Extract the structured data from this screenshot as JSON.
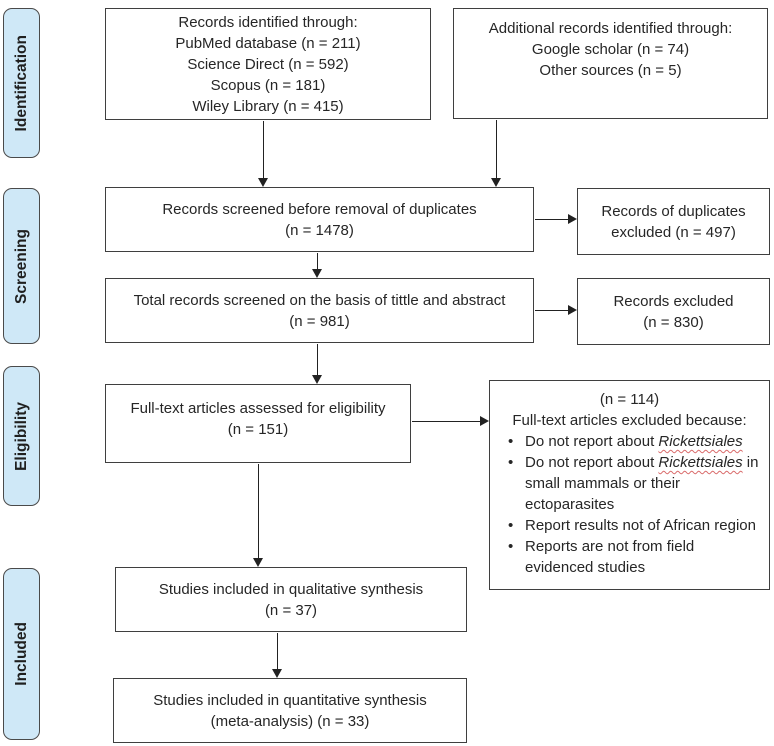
{
  "colors": {
    "stage_fill": "#cfe8f7",
    "stage_border": "#4a4a4a",
    "box_border": "#3f3f3f",
    "squiggle": "#d96a6a"
  },
  "stages": [
    {
      "label": "Identification"
    },
    {
      "label": "Screening"
    },
    {
      "label": "Eligibility"
    },
    {
      "label": "Included"
    }
  ],
  "boxes": {
    "records_identified": {
      "line1": "Records identified through:",
      "line2": "PubMed database (n = 211)",
      "line3": "Science Direct (n = 592)",
      "line4": "Scopus (n = 181)",
      "line5": "Wiley Library (n = 415)"
    },
    "additional_records": {
      "line1": "Additional records identified through:",
      "line2": "Google scholar (n = 74)",
      "line3": "Other sources (n = 5)"
    },
    "records_screened": {
      "line1": "Records screened before removal of duplicates",
      "line2": "(n = 1478)"
    },
    "duplicates_excluded": {
      "line1": "Records of duplicates",
      "line2": "excluded (n = 497)"
    },
    "total_records": {
      "line1": "Total records screened on the basis of tittle and abstract",
      "line2": "(n = 981)"
    },
    "records_excluded": {
      "line1": "Records excluded",
      "line2": "(n = 830)"
    },
    "full_text_assessed": {
      "line1": "Full-text articles assessed for eligibility",
      "line2": "(n = 151)"
    },
    "full_text_excluded": {
      "header1": "(n = 114)",
      "header2": "Full-text articles excluded because:",
      "bullets": [
        {
          "pre": "Do not report about ",
          "italic": "Rickettsiales",
          "post": ""
        },
        {
          "pre": "Do not report about ",
          "italic": "Rickettsiales",
          "post": " in small mammals or their ectoparasites"
        },
        {
          "pre": "Report results not of African region",
          "italic": "",
          "post": ""
        },
        {
          "pre": "Reports are not from field evidenced studies",
          "italic": "",
          "post": ""
        }
      ]
    },
    "qualitative": {
      "line1": "Studies included in qualitative synthesis",
      "line2": "(n = 37)"
    },
    "quantitative": {
      "line1": "Studies included in quantitative synthesis",
      "line2": "(meta-analysis) (n = 33)"
    }
  }
}
